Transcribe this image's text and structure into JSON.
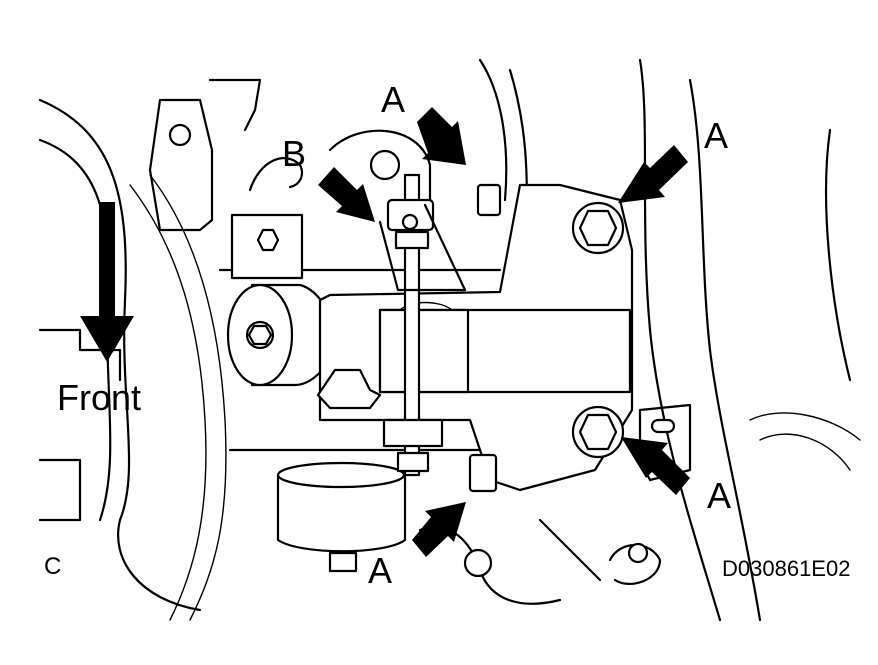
{
  "diagram": {
    "callouts": {
      "a_top": "A",
      "a_right_top": "A",
      "a_right_bottom": "A",
      "a_bottom": "A",
      "b": "B"
    },
    "direction_label": "Front",
    "corner_label": "C",
    "figure_id": "D030861E02"
  }
}
